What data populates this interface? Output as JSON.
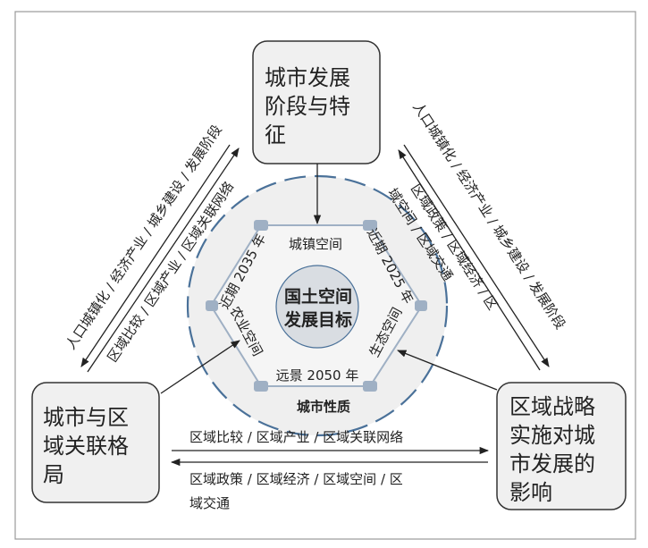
{
  "nodes": {
    "top": [
      "城市发展",
      "阶段与特",
      "征"
    ],
    "left": [
      "城市与区",
      "域关联格",
      "局"
    ],
    "right": [
      "区域战略",
      "实施对城",
      "市发展的",
      "影响"
    ]
  },
  "center": {
    "core": [
      "国土空间",
      "发展目标"
    ],
    "ring_label": "城市性质",
    "hexagon": {
      "top": "城镇空间",
      "bottom": "远景 2050 年",
      "upper_left": "近期 2035 年",
      "lower_left": "农业空间",
      "upper_right": "近期 2025 年",
      "lower_right": "生态空间"
    }
  },
  "links": {
    "left_outer": "人口城镇化 / 经济产业 / 城乡建设 / 发展阶段",
    "left_inner": "区域比较 / 区域产业 / 区域关联网络",
    "right_outer": "人口城镇化 / 经济产业 / 城乡建设 / 发展阶段",
    "right_inner": [
      "区域政策 / 区域经济 / 区",
      "域空间 / 区域交通"
    ],
    "bottom_upper": "区域比较 / 区域产业 / 区域关联网络",
    "bottom_lower": [
      "区域政策 / 区域经济 / 区域空间 / 区",
      "域交通"
    ]
  },
  "colors": {
    "ring": "#4a7199",
    "hex": "#9fb0c4",
    "core": "#d9dde2"
  }
}
